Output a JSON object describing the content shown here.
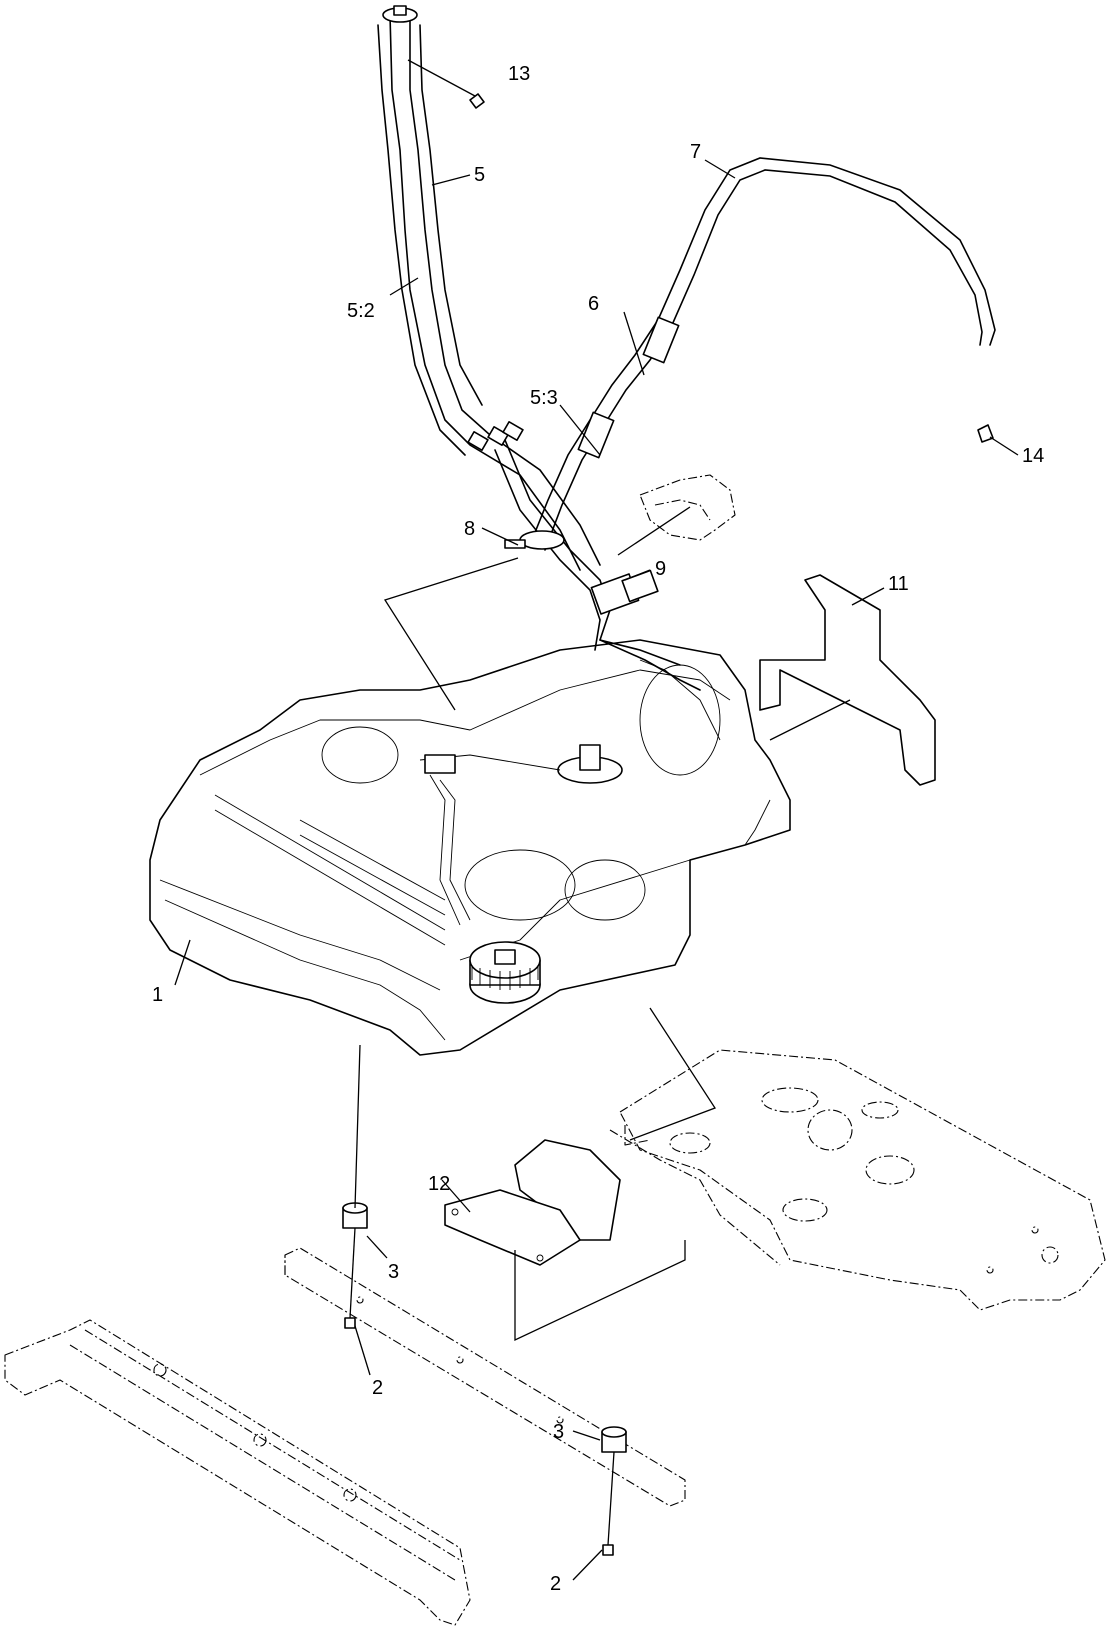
{
  "callouts": {
    "c1": "1",
    "c2a": "2",
    "c2b": "2",
    "c3a": "3",
    "c3b": "3",
    "c5": "5",
    "c5_2": "5:2",
    "c5_3": "5:3",
    "c6": "6",
    "c7": "7",
    "c8": "8",
    "c9": "9",
    "c11": "11",
    "c12": "12",
    "c13": "13",
    "c14": "14"
  }
}
